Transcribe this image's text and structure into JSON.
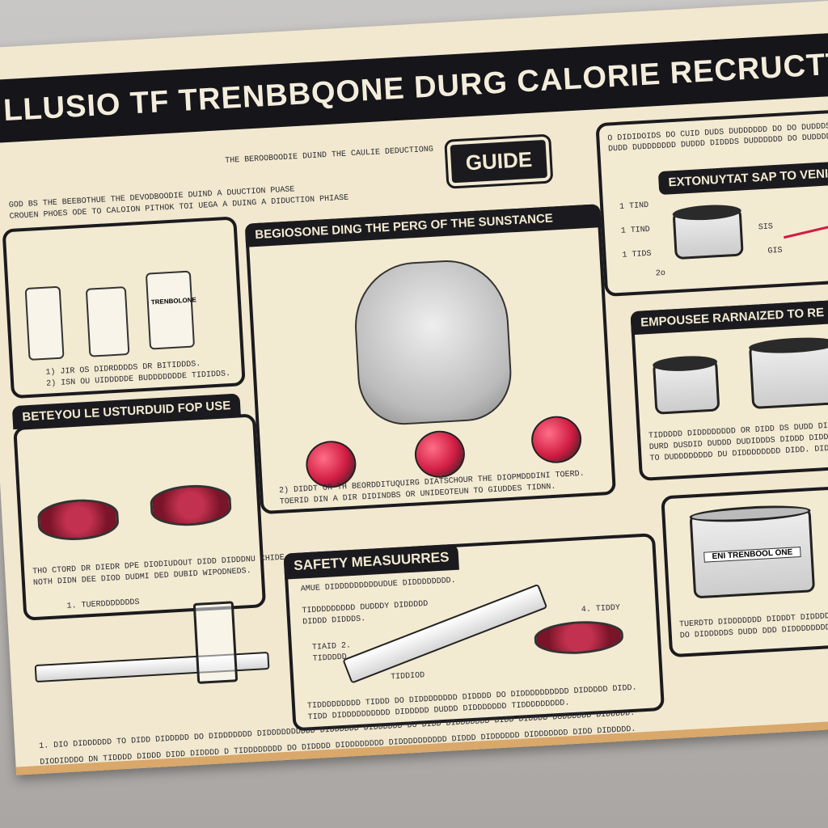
{
  "title": "LLUSIO TF TRENBBQONE DURG CALORIE  RECRUCTTION PHASE",
  "guide_badge": "GUIDE",
  "intro": {
    "line1": "THE BEROOBOODIE DUIND THE CAULIE DEDUCTIONG",
    "line2": "GOD BS THE BEEBOTHUE THE DEVODBOODIE DUIND A DUUCTION PUASE",
    "line3": "CROUEN PHOES ODE TO CALOION PITHOK TOI UEGA A DUING A DIDUCTION PHIASE"
  },
  "panels": {
    "substance": {
      "heading": "BEGIOSONE DING THE PERG OF THE SUNSTANCE",
      "caption1": "2) DIDDT OR TH BEORDDITUQUIRG DIATSCHOUR THE DIOPMDDDINI TOERD.",
      "caption2": "TOERID DIN A DIR DIDINDBS OR UNIDEOTEUN TO GIUDDES TIDNN."
    },
    "usage": {
      "heading": "BETEYOU LE USTURDUID FOP USE",
      "caption1": "THO CTORD DR DIEDR DPE DIODIUDOUT DIDD DIDDDNU CHIDE ERID",
      "caption2": "NOTH DIDN DEE DIOD DUDMI DED DUBID WIPODNEDS.",
      "step": "1. TUERDDDDDDDS"
    },
    "bottles": {
      "caption1": "1) JIR OS DIDRDDDDS DR BITIDDDS.",
      "caption2": "2) ISN OU UIDDDDDE BUDDDDDDDE TIDIDDS.",
      "bottle_label": "TRENBOLONE"
    },
    "chart": {
      "heading": "EXTONUYTAT SAP TO VENIDIEW",
      "intro": "O DIDIDOIDS DO CUID DUDS DUDDDDDD DO DO DUDDDS DO DUDD DUDDDDDDD DUDDD DIDDDS DUDDDDDD DO DUDDDDD.",
      "ticks": [
        "1 TIND",
        "1 TIND",
        "1 TIDS",
        "2o",
        "SIS",
        "GIS"
      ]
    },
    "realized": {
      "heading": "EMPOUSEE RARNAIZED TO RE",
      "caption1": "TIDDDDD DIDDDDDDDD OR DIDD DS DUDD DIS",
      "caption2": "DURD DUSDID DUDDD DUDIDDDS DIDDD DIDDDD",
      "caption3": "TO DUDDDDDDDD DU DIDDDDDDDD DIDD. DIDDS"
    },
    "jar": {
      "label": "ENI TRENBOOL ONE",
      "caption1": "TUERDTD DIDDDDDDD DIDDDT DIDDDD DIDD DIDDD",
      "caption2": "DO DIDDDDDS DUDD DDD DIDDDDDDDD DIDD DIDD"
    },
    "safety": {
      "heading": "SAFETY MEASUURRES",
      "line1": "AMUE DIDDDDDDDDDUDUE DIDDDDDDDD.",
      "line2": "TIDDDDDDDDD DUDDDY DIDDDDD",
      "line3": "DIDDD DIDDDS.",
      "note1": "TIAID 2.",
      "note2": "TIDDDDD",
      "note3": "4. TIDDY",
      "note4": "TIDDIOD",
      "caption1": "TIDDDDDDDDD TIDDD DO DIDDDDDDDD DIDDDD DO DIDDDDDDDDDD DIDDDDD DIDD.",
      "caption2": "TIDD DIDDDDDDDDDD DIDDDDD DUDDD DIDDDDDDD TIDDDDDDDDD."
    }
  },
  "footer": {
    "line1": "1. DIO DIDDDDDD TO DIDD DIDDDDD DO DIDDDDDDD DIDDDDDDDDDD DIDDDDDD DIDDDDDD DO DIDD DIDDDDDDD DIDD DIDDDD DUDDDDDD DIDDDDD.",
    "line2": "DIODIDDDO DN TIDDDD DIDDD DIDD DIDDDD D TIDDDDDDDD DO DIDDDD DIDDDDDDDD DIDDDDDDDDDD DIDDD DIDDDDDD DIDDDDDDD DIDD DIDDDDD."
  },
  "colors": {
    "poster": "#f1e8cf",
    "ink": "#1b1b1f",
    "apple": "#d01c42",
    "edge": "#d9a86a"
  }
}
